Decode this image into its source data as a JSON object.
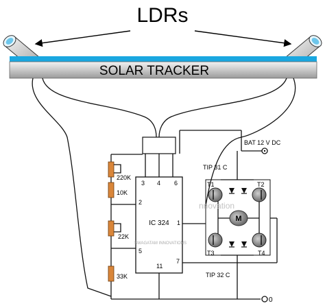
{
  "diagram": {
    "title": "LDRs",
    "panel_label": "SOLAR TRACKER",
    "battery_label": "BAT 12 V DC",
    "ground_label": "0",
    "transistor_top_label": "TIP 31 C",
    "transistor_bottom_label": "TIP 32 C",
    "watermark_top": "nnovation",
    "watermark_bottom": "SWAGATAM INNOVATIONS",
    "resistors": [
      {
        "value": "220K"
      },
      {
        "value": "10K"
      },
      {
        "value": "22K"
      },
      {
        "value": "33K"
      }
    ],
    "ic": {
      "name": "IC 324",
      "pins": [
        "3",
        "4",
        "6",
        "2",
        "1",
        "5",
        "11",
        "7"
      ]
    },
    "transistors": [
      "T1",
      "T2",
      "T3",
      "T4"
    ],
    "motor_label": "M",
    "colors": {
      "panel_blue": "#1aa7e0",
      "panel_body": "#c8c8c8",
      "ldr_tube": "#d8d8d8",
      "wire": "#111111",
      "transistor_fill": "#777777"
    }
  }
}
